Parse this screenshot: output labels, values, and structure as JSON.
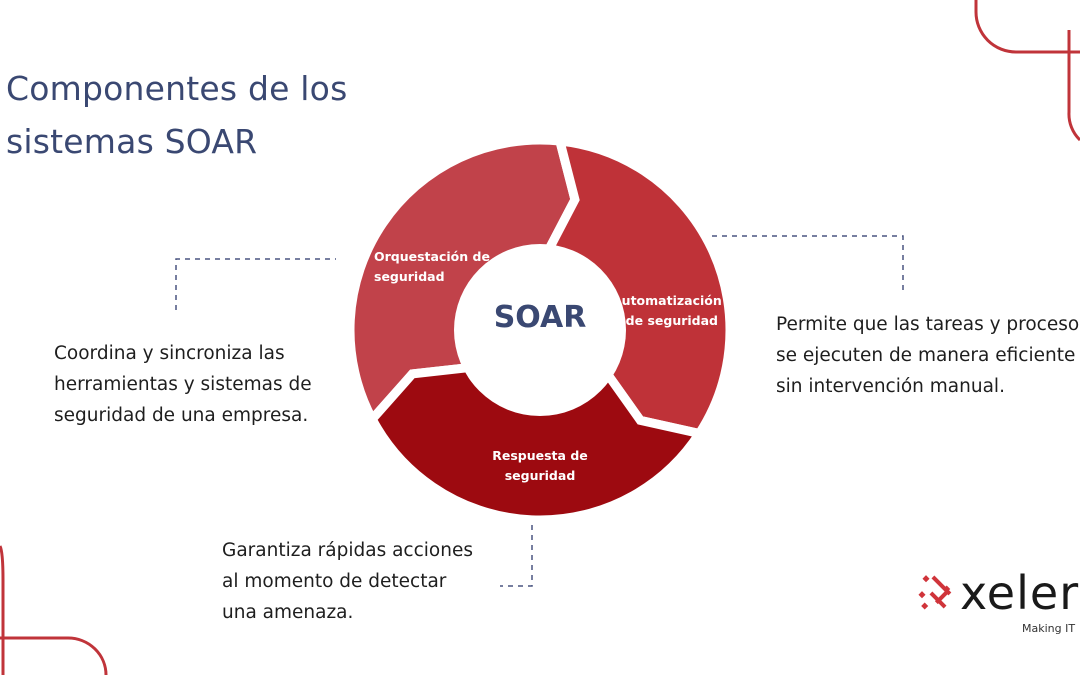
{
  "title": {
    "lines": [
      "Componentes de los",
      "sistemas SOAR"
    ]
  },
  "diagram": {
    "center": "SOAR",
    "colors": {
      "orquestacion": "#c1424a",
      "automatizacion": "#bf3238",
      "respuesta": "#9d0a10",
      "accent_text": "#3a4872",
      "connector": "#4a5580",
      "decor": "#c0343a"
    },
    "segments": [
      {
        "lines": [
          "Orquestación de",
          "seguridad"
        ]
      },
      {
        "lines": [
          "Automatización",
          "de seguridad"
        ]
      },
      {
        "lines": [
          "Respuesta de",
          "seguridad"
        ]
      }
    ]
  },
  "descriptions": {
    "orquestacion": [
      "Coordina y sincroniza las",
      "herramientas y sistemas de",
      "seguridad de una empresa."
    ],
    "automatizacion": [
      "Permite que las tareas y proceso",
      "se ejecuten de manera eficiente",
      "sin intervención manual."
    ],
    "respuesta": [
      "Garantiza rápidas acciones",
      "al momento de detectar",
      "una amenaza."
    ]
  },
  "logo": {
    "name": "xeler",
    "tagline": "Making IT"
  }
}
